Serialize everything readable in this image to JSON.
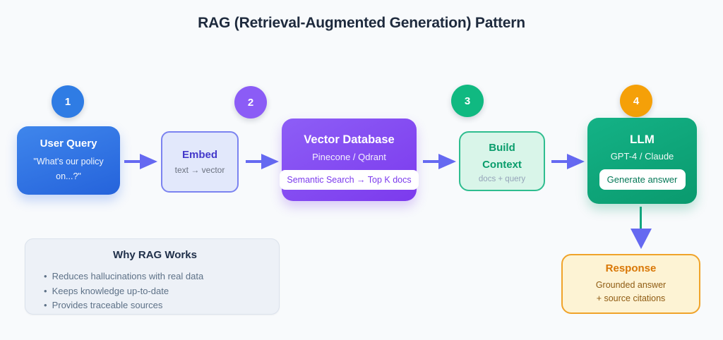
{
  "title": "RAG (Retrieval-Augmented Generation) Pattern",
  "steps": [
    {
      "number": "1",
      "color": "#2f7ce4"
    },
    {
      "number": "2",
      "color": "#8b5cf6"
    },
    {
      "number": "3",
      "color": "#10b981"
    },
    {
      "number": "4",
      "color": "#f5a008"
    }
  ],
  "nodes": {
    "user_query": {
      "title": "User Query",
      "subtitle": "\"What's our policy on...?\""
    },
    "embed": {
      "title": "Embed",
      "subtitle": "text → vector"
    },
    "vector_db": {
      "title": "Vector Database",
      "subtitle": "Pinecone / Qdrant",
      "badge": "Semantic Search → Top K docs"
    },
    "build_context": {
      "title": "Build Context",
      "subtitle": "docs + query"
    },
    "llm": {
      "title": "LLM",
      "subtitle": "GPT-4 / Claude",
      "badge": "Generate answer"
    },
    "response": {
      "title": "Response",
      "line1": "Grounded answer",
      "line2": "+ source citations"
    }
  },
  "why_box": {
    "title": "Why RAG Works",
    "bullet_marker": "•",
    "bullets": [
      "Reduces hallucinations with real data",
      "Keeps knowledge up-to-date",
      "Provides traceable sources"
    ]
  },
  "colors": {
    "background": "#f8fafc",
    "title_text": "#1e2a3d",
    "arrow": "#6569f1",
    "down_arrow_stem": "#12a67e",
    "user_query_gradient": [
      "#3f86ec",
      "#2563db"
    ],
    "vector_db_gradient": [
      "#8d5ef6",
      "#7c3aed"
    ],
    "llm_gradient": [
      "#14b286",
      "#0a9a6e"
    ],
    "embed_bg": "#e2e8fb",
    "embed_border": "#7b83f0",
    "embed_text": "#4338ca",
    "build_context_bg": "#d9f5e9",
    "build_context_border": "#2fbd8f",
    "build_context_text": "#0a9d6c",
    "response_bg": "#fdf3d4",
    "response_border": "#f0a32a",
    "response_title": "#d97706",
    "response_text": "#8f5b12",
    "why_box_bg": "#edf1f7",
    "why_box_text": "#5d7187"
  }
}
